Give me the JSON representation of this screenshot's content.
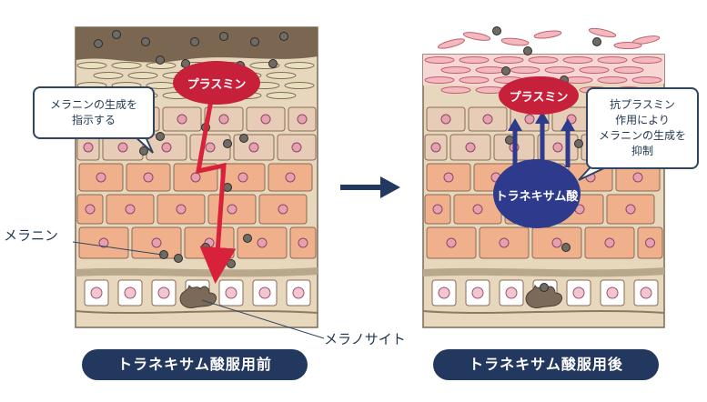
{
  "left_panel": {
    "plasmin_label": "プラスミン",
    "callout_text": "メラニンの生成を\n指示する",
    "badge_label": "トラネキサム酸服用前"
  },
  "right_panel": {
    "plasmin_label": "プラスミン",
    "tranexamic_label": "トラネキサム酸",
    "callout_text": "抗プラスミン\n作用により\nメラニンの生成を\n抑制",
    "badge_label": "トラネキサム酸服用後"
  },
  "labels": {
    "melanin": "メラニン",
    "melanocyte": "メラノサイト"
  },
  "colors": {
    "navy": "#22385e",
    "plasmin_red": "#c6203a",
    "tranexamic_blue": "#2e3a8c",
    "arrow_red": "#d8213a",
    "cell_orange": "#f1b08c",
    "skin_tan": "#e2d3b8"
  }
}
